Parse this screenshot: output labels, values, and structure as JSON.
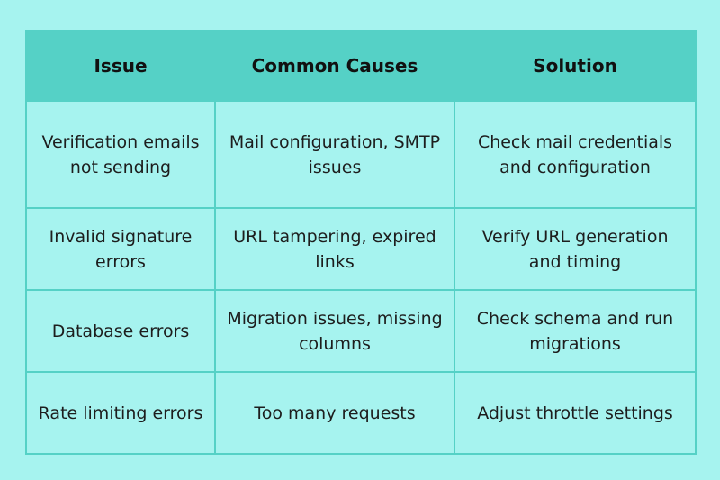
{
  "table": {
    "headers": [
      "Issue",
      "Common Causes",
      "Solution"
    ],
    "rows": [
      [
        "Verification emails not sending",
        "Mail configuration, SMTP issues",
        "Check mail credentials and configuration"
      ],
      [
        "Invalid signature errors",
        "URL tampering, expired links",
        "Verify URL generation and timing"
      ],
      [
        "Database errors",
        "Migration issues, missing columns",
        "Check schema and run migrations"
      ],
      [
        "Rate limiting errors",
        "Too many requests",
        "Adjust throttle settings"
      ]
    ]
  },
  "colors": {
    "background": "#a6f3ef",
    "header": "#55d1c6",
    "border": "#55d1c6"
  }
}
